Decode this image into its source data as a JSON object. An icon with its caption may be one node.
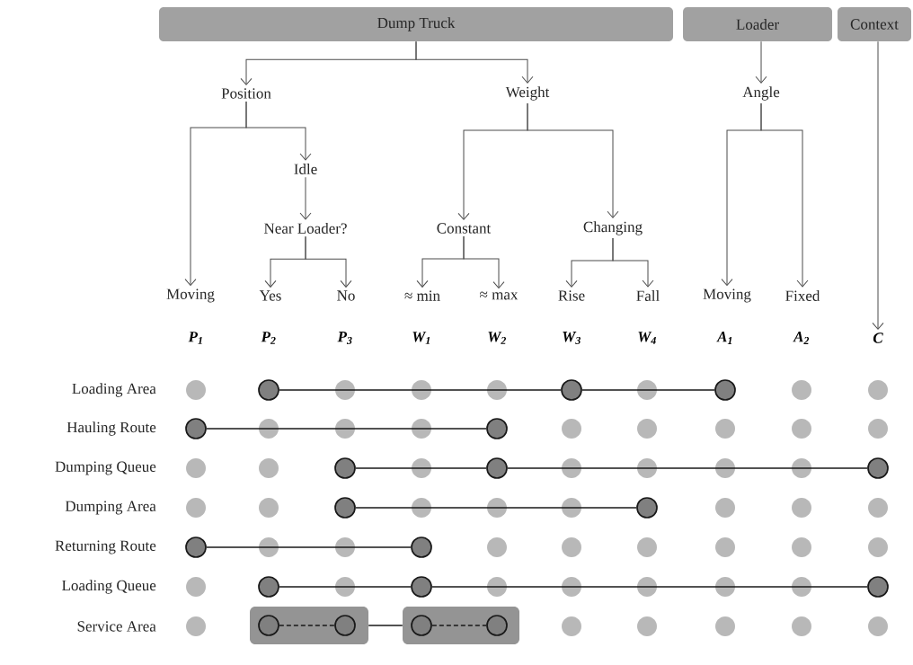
{
  "diagram": {
    "nodes": [
      {
        "text": [
          "Dump Truck"
        ]
      },
      {
        "text": [
          "Loader"
        ]
      },
      {
        "text": [
          "Context"
        ]
      },
      {
        "text": [
          "Position"
        ]
      },
      {
        "text": [
          "Weight"
        ]
      },
      {
        "text": [
          "Angle"
        ]
      },
      {
        "text": [
          "Idle"
        ]
      },
      {
        "text": [
          "Near Loader?"
        ]
      },
      {
        "text": [
          "Constant"
        ]
      },
      {
        "text": [
          "Changing"
        ]
      },
      {
        "text": [
          "Moving"
        ]
      },
      {
        "text": [
          "Yes"
        ]
      },
      {
        "text": [
          "No"
        ]
      },
      {
        "text": [
          "≈ min"
        ]
      },
      {
        "text": [
          "≈ max"
        ]
      },
      {
        "text": [
          "Rise"
        ]
      },
      {
        "text": [
          "Fall"
        ]
      },
      {
        "text": [
          "Moving"
        ]
      },
      {
        "text": [
          "Fixed"
        ]
      },
      {
        "text": [
          "C"
        ]
      },
      {
        "text": [],
        "shape": "circle"
      },
      {
        "text": [],
        "shape": "circle"
      },
      {
        "text": [],
        "shape": "circle"
      },
      {
        "text": [],
        "shape": "circle"
      },
      {
        "text": [],
        "shape": "circle"
      },
      {
        "text": [],
        "shape": "circle"
      },
      {
        "text": [],
        "shape": "circle"
      },
      {
        "text": [],
        "shape": "circle"
      },
      {
        "text": [],
        "shape": "circle"
      },
      {
        "text": [],
        "shape": "circle"
      },
      {
        "text": [],
        "shape": "circle"
      },
      {
        "text": [],
        "shape": "circle"
      },
      {
        "text": [],
        "shape": "circle"
      },
      {
        "text": [],
        "shape": "circle"
      },
      {
        "text": [],
        "shape": "circle"
      },
      {
        "text": [],
        "shape": "box"
      },
      {
        "text": [],
        "shape": "circle",
        "in": 35
      },
      {
        "text": [],
        "shape": "circle",
        "in": 35
      },
      {
        "text": [],
        "shape": "box"
      },
      {
        "text": [],
        "shape": "circle",
        "in": 38
      },
      {
        "text": [],
        "shape": "circle",
        "in": 38
      }
    ],
    "edges": [
      {
        "from": 0,
        "to": 3,
        "arrow": "to"
      },
      {
        "from": 0,
        "to": 4,
        "arrow": "to"
      },
      {
        "from": 1,
        "to": 5,
        "arrow": "to"
      },
      {
        "from": 2,
        "to": 19,
        "arrow": "to"
      },
      {
        "from": 3,
        "to": 10,
        "arrow": "to"
      },
      {
        "from": 3,
        "to": 6,
        "arrow": "to"
      },
      {
        "from": 4,
        "to": 8,
        "arrow": "to"
      },
      {
        "from": 4,
        "to": 9,
        "arrow": "to"
      },
      {
        "from": 5,
        "to": 17,
        "arrow": "to"
      },
      {
        "from": 5,
        "to": 18,
        "arrow": "to"
      },
      {
        "from": 6,
        "to": 7,
        "arrow": "to"
      },
      {
        "from": 7,
        "to": 11,
        "arrow": "to"
      },
      {
        "from": 7,
        "to": 12,
        "arrow": "to"
      },
      {
        "from": 8,
        "to": 13,
        "arrow": "to"
      },
      {
        "from": 8,
        "to": 14,
        "arrow": "to"
      },
      {
        "from": 9,
        "to": 15,
        "arrow": "to"
      },
      {
        "from": 9,
        "to": 16,
        "arrow": "to"
      },
      {
        "from": 20,
        "to": 21,
        "arrow": "none"
      },
      {
        "from": 21,
        "to": 22,
        "arrow": "none"
      },
      {
        "from": 23,
        "to": 24,
        "arrow": "none"
      },
      {
        "from": 25,
        "to": 26,
        "arrow": "none"
      },
      {
        "from": 26,
        "to": 27,
        "arrow": "none"
      },
      {
        "from": 28,
        "to": 29,
        "arrow": "none"
      },
      {
        "from": 30,
        "to": 31,
        "arrow": "none"
      },
      {
        "from": 32,
        "to": 33,
        "arrow": "none"
      },
      {
        "from": 33,
        "to": 34,
        "arrow": "none"
      },
      {
        "from": 36,
        "to": 37,
        "arrow": "none",
        "style": "dashed"
      },
      {
        "from": 35,
        "to": 38,
        "arrow": "none"
      },
      {
        "from": 39,
        "to": 40,
        "arrow": "none",
        "style": "dashed"
      }
    ],
    "labels": [
      "P$_{1}$",
      "P$_{2}$",
      "P$_{3}$",
      "W$_{1}$",
      "W$_{2}$",
      "W$_{3}$",
      "W$_{4}$",
      "A$_{1}$",
      "A$_{2}$",
      "Loading Area",
      "Hauling Route",
      "Dumping Queue",
      "Dumping Area",
      "Returning Route",
      "Loading Queue",
      "Service Area"
    ]
  }
}
